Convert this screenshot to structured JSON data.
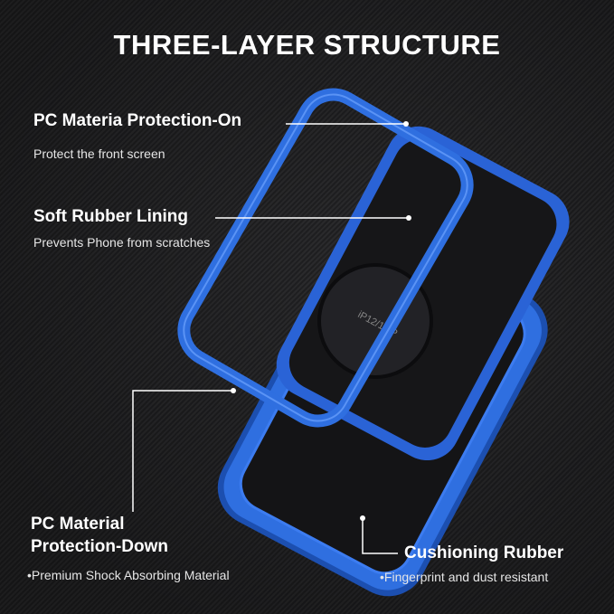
{
  "title": "THREE-LAYER STRUCTURE",
  "callouts": [
    {
      "heading": "PC Materia Protection-On",
      "sub": "Protect the front screen"
    },
    {
      "heading": "Soft Rubber Lining",
      "sub": "Prevents Phone from scratches"
    },
    {
      "heading_line1": "PC Material",
      "heading_line2": "Protection-Down",
      "sub": "•Premium Shock Absorbing Material"
    },
    {
      "heading": "Cushioning Rubber",
      "sub": "•Fingerprint and dust resistant"
    }
  ],
  "product_marking": "iP12/12 P",
  "colors": {
    "case_blue": "#2f6fe0",
    "case_blue_dark": "#1c4fb0",
    "background": "#1b1b1c",
    "text": "#ffffff"
  }
}
